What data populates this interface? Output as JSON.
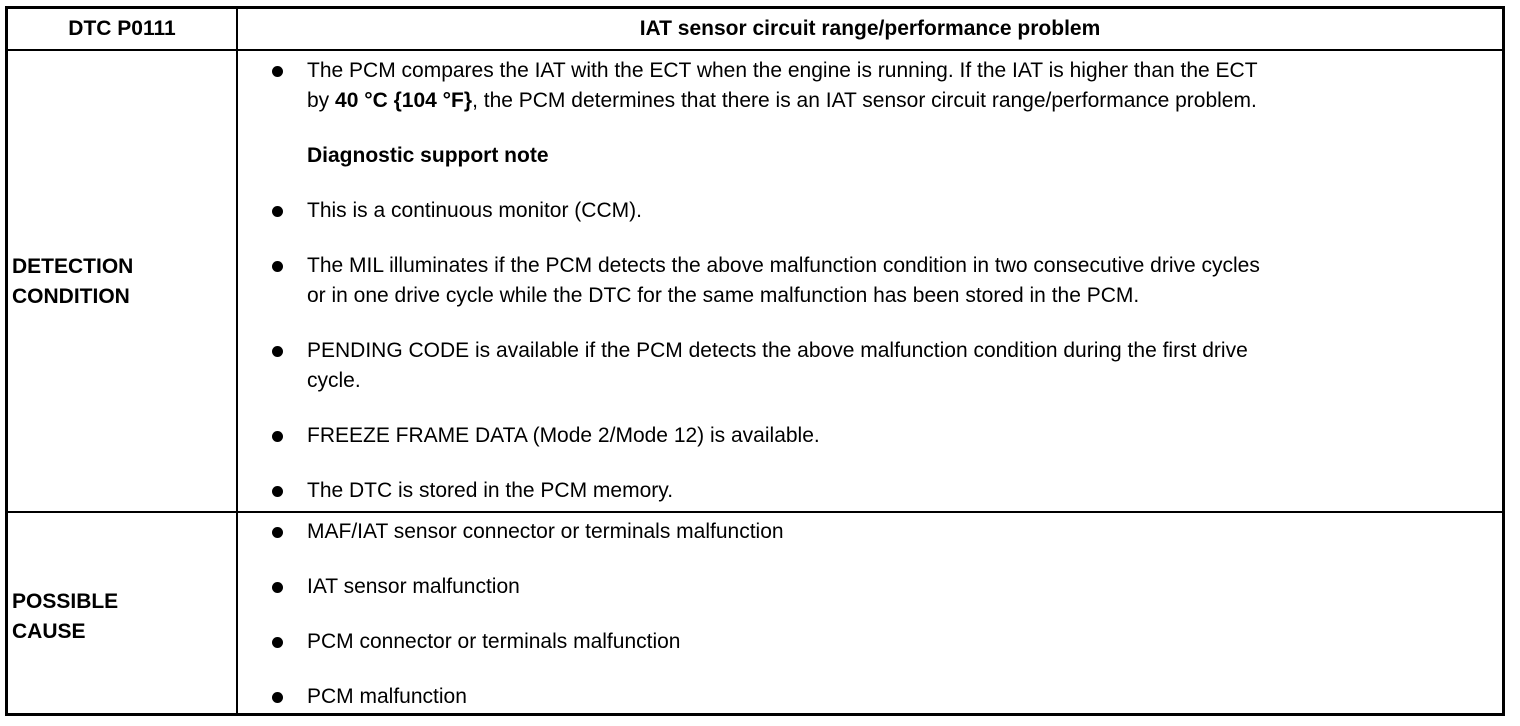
{
  "table": {
    "header": {
      "code": "DTC P0111",
      "title": "IAT sensor circuit range/performance problem"
    },
    "detection": {
      "label_line1": "DETECTION",
      "label_line2": "CONDITION",
      "item1": {
        "line1": "The PCM compares the IAT with the ECT when the engine is running. If the IAT is higher than the ECT",
        "line2_prefix": "by ",
        "line2_bold": "40 °C {104 °F}",
        "line2_suffix": ", the PCM determines that there is an IAT sensor circuit range/performance problem."
      },
      "support_note": "Diagnostic support note",
      "item2": "This is a continuous monitor (CCM).",
      "item3": {
        "line1": "The MIL illuminates if the PCM detects the above malfunction condition in two consecutive drive cycles",
        "line2": "or in one drive cycle while the DTC for the same malfunction has been stored in the PCM."
      },
      "item4": {
        "line1": "PENDING CODE is available if the PCM detects the above malfunction condition during the first drive",
        "line2": "cycle."
      },
      "item5": "FREEZE FRAME DATA (Mode 2/Mode 12) is available.",
      "item6": "The DTC is stored in the PCM memory."
    },
    "cause": {
      "label_line1": "POSSIBLE",
      "label_line2": "CAUSE",
      "item1": "MAF/IAT sensor connector or terminals malfunction",
      "item2": "IAT sensor malfunction",
      "item3": "PCM connector or terminals malfunction",
      "item4": "PCM malfunction"
    }
  }
}
